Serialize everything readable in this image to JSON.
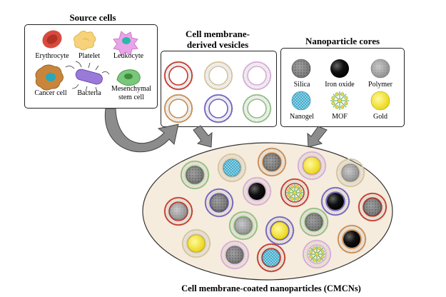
{
  "source_panel": {
    "title": "Source cells",
    "cells": [
      {
        "label": "Erythrocyte",
        "icon": "erythrocyte-icon"
      },
      {
        "label": "Platelet",
        "icon": "platelet-icon"
      },
      {
        "label": "Leukocyte",
        "icon": "leukocyte-icon"
      },
      {
        "label": "Cancer cell",
        "icon": "cancer-cell-icon"
      },
      {
        "label": "Bacteria",
        "icon": "bacteria-icon"
      },
      {
        "label": "Mesenchymal stem cell",
        "label_line1": "Mesenchymal",
        "label_line2": "stem cell",
        "icon": "stem-cell-icon"
      }
    ]
  },
  "vesicle_panel": {
    "title_line1": "Cell membrane-",
    "title_line2": "derived vesicles",
    "vesicle_colors": [
      "#c0392b",
      "#d4c29a",
      "#d8a8d8",
      "#c98a4f",
      "#6f5fc0",
      "#8cbf7f"
    ]
  },
  "core_panel": {
    "title": "Nanoparticle cores",
    "cores": [
      {
        "label": "Silica",
        "icon": "silica-core-icon"
      },
      {
        "label": "Iron oxide",
        "icon": "iron-oxide-core-icon"
      },
      {
        "label": "Polymer",
        "icon": "polymer-core-icon"
      },
      {
        "label": "Nanogel",
        "icon": "nanogel-core-icon"
      },
      {
        "label": "MOF",
        "icon": "mof-core-icon"
      },
      {
        "label": "Gold",
        "icon": "gold-core-icon"
      }
    ]
  },
  "result": {
    "caption": "Cell membrane-coated nanoparticles (CMCNs)",
    "fill_color": "#f6ecdd"
  }
}
